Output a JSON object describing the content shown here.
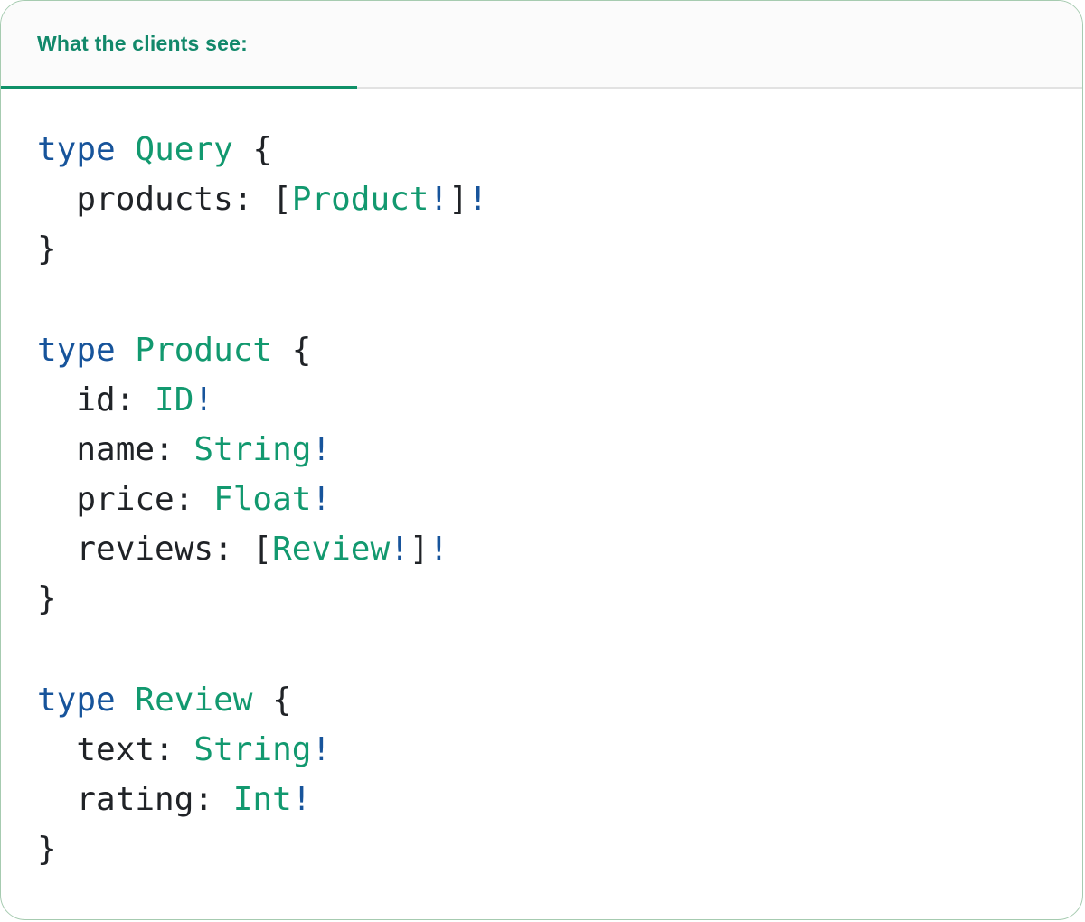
{
  "theme": {
    "card-bg": "#ffffff",
    "card-border": "#a6cbb0",
    "header-bg": "#fbfbfb",
    "divider": "#e2e2e2",
    "tab-text": "#12886a",
    "tab-underline": "#0f9168",
    "code-plain": "#202327",
    "code-keyword": "#17549b",
    "code-type": "#12996f",
    "code-bang": "#17549b"
  },
  "header": {
    "tab_label": "What the clients see:"
  },
  "code": {
    "language": "graphql",
    "blocks": [
      {
        "lines": [
          [
            {
              "t": "keyword",
              "v": "type"
            },
            {
              "t": "plain",
              "v": " "
            },
            {
              "t": "type",
              "v": "Query"
            },
            {
              "t": "plain",
              "v": " {"
            }
          ],
          [
            {
              "t": "plain",
              "v": "  products: ["
            },
            {
              "t": "type",
              "v": "Product"
            },
            {
              "t": "bang",
              "v": "!"
            },
            {
              "t": "plain",
              "v": "]"
            },
            {
              "t": "bang",
              "v": "!"
            }
          ],
          [
            {
              "t": "plain",
              "v": "}"
            }
          ]
        ]
      },
      {
        "lines": [
          [
            {
              "t": "keyword",
              "v": "type"
            },
            {
              "t": "plain",
              "v": " "
            },
            {
              "t": "type",
              "v": "Product"
            },
            {
              "t": "plain",
              "v": " {"
            }
          ],
          [
            {
              "t": "plain",
              "v": "  id: "
            },
            {
              "t": "type",
              "v": "ID"
            },
            {
              "t": "bang",
              "v": "!"
            }
          ],
          [
            {
              "t": "plain",
              "v": "  name: "
            },
            {
              "t": "type",
              "v": "String"
            },
            {
              "t": "bang",
              "v": "!"
            }
          ],
          [
            {
              "t": "plain",
              "v": "  price: "
            },
            {
              "t": "type",
              "v": "Float"
            },
            {
              "t": "bang",
              "v": "!"
            }
          ],
          [
            {
              "t": "plain",
              "v": "  reviews: ["
            },
            {
              "t": "type",
              "v": "Review"
            },
            {
              "t": "bang",
              "v": "!"
            },
            {
              "t": "plain",
              "v": "]"
            },
            {
              "t": "bang",
              "v": "!"
            }
          ],
          [
            {
              "t": "plain",
              "v": "}"
            }
          ]
        ]
      },
      {
        "lines": [
          [
            {
              "t": "keyword",
              "v": "type"
            },
            {
              "t": "plain",
              "v": " "
            },
            {
              "t": "type",
              "v": "Review"
            },
            {
              "t": "plain",
              "v": " {"
            }
          ],
          [
            {
              "t": "plain",
              "v": "  text: "
            },
            {
              "t": "type",
              "v": "String"
            },
            {
              "t": "bang",
              "v": "!"
            }
          ],
          [
            {
              "t": "plain",
              "v": "  rating: "
            },
            {
              "t": "type",
              "v": "Int"
            },
            {
              "t": "bang",
              "v": "!"
            }
          ],
          [
            {
              "t": "plain",
              "v": "}"
            }
          ]
        ]
      }
    ]
  }
}
